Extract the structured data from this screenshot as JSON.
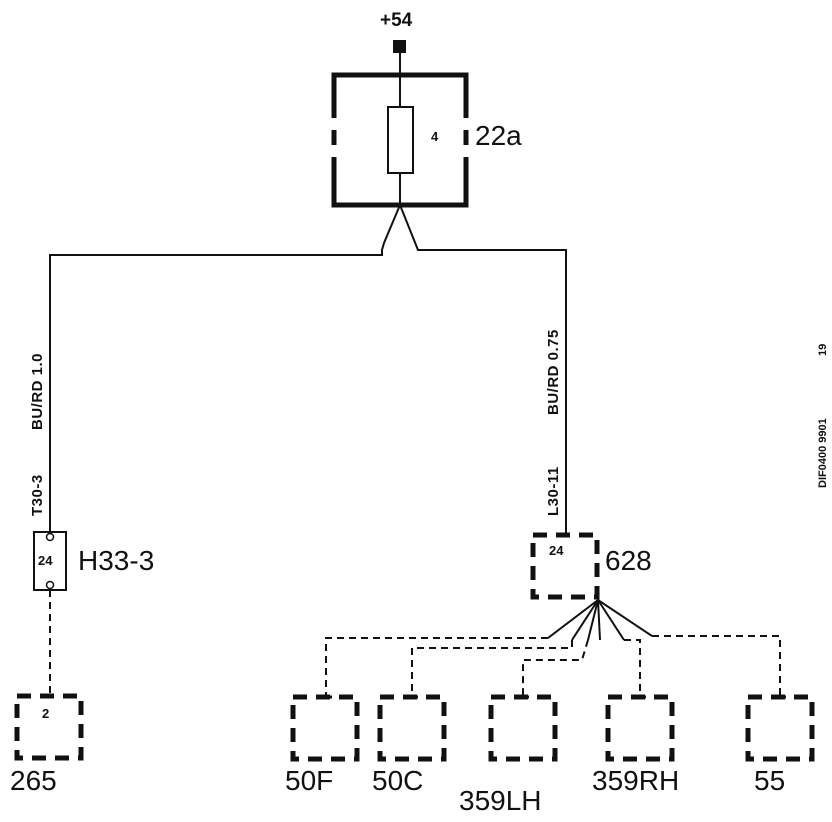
{
  "supply": {
    "label": "+54"
  },
  "fuse_box": {
    "id": "22a",
    "fuse": "4"
  },
  "left_wire": {
    "label": "BU/RD 1.0",
    "terminal": "T30-3"
  },
  "right_wire": {
    "label": "BU/RD 0.75",
    "terminal": "L30-11"
  },
  "connector_left": {
    "id": "H33-3",
    "pin": "24"
  },
  "connector_right": {
    "id": "628",
    "pin": "24"
  },
  "component_265": {
    "id": "265",
    "pin": "2"
  },
  "components": [
    {
      "id": "50F"
    },
    {
      "id": "50C"
    },
    {
      "id": "359LH"
    },
    {
      "id": "359RH"
    },
    {
      "id": "55"
    }
  ],
  "ref": {
    "code": "DIF0400 9901",
    "sheet": "19"
  }
}
